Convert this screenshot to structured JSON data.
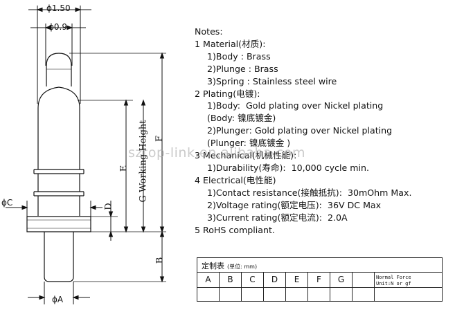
{
  "dimensions": {
    "phi_1_50": "ϕ1.50",
    "phi_0_9": "ϕ0.9",
    "phi_c": "ϕC",
    "phi_a": "ϕA",
    "d": "D",
    "e": "E",
    "f": "F",
    "b": "B",
    "g_working_height": "G Working Height"
  },
  "watermark": "sztop-link.en.alibaba.com",
  "notes": [
    {
      "text": "Notes:",
      "level": 1
    },
    {
      "text": "1 Material(材质):",
      "level": 1
    },
    {
      "text": "1)Body : Brass",
      "level": 2
    },
    {
      "text": "2)Plunge : Brass",
      "level": 2
    },
    {
      "text": "3)Spring : Stainless steel wire",
      "level": 2
    },
    {
      "text": "2 Plating(电镀):",
      "level": 1
    },
    {
      "text": "1)Body:  Gold plating over Nickel plating",
      "level": 2
    },
    {
      "text": "(Body: 镍底镀金)",
      "level": 2
    },
    {
      "text": "2)Plunger: Gold plating over Nickel plating",
      "level": 2
    },
    {
      "text": "(Plunger: 镍底镀金 )",
      "level": 2
    },
    {
      "text": "3 Mechanical(机械性能):",
      "level": 1
    },
    {
      "text": "1)Durability(寿命):  10,000 cycle min.",
      "level": 2
    },
    {
      "text": "4 Electrical(电性能)",
      "level": 1
    },
    {
      "text": "1)Contact resistance(接触抵抗):  30mOhm Max.",
      "level": 2
    },
    {
      "text": "2)Voltage rating(额定电压):  36V DC Max",
      "level": 2
    },
    {
      "text": "3)Current rating(额定电流):  2.0A",
      "level": 2
    },
    {
      "text": "5 RoHS compliant.",
      "level": 1
    }
  ],
  "table": {
    "title": "定制表",
    "unit": "(单位: mm)",
    "columns": [
      "A",
      "B",
      "C",
      "D",
      "E",
      "F",
      "G"
    ],
    "normal_force_line1": "Normal Force",
    "normal_force_line2": "Unit:N or gf"
  }
}
